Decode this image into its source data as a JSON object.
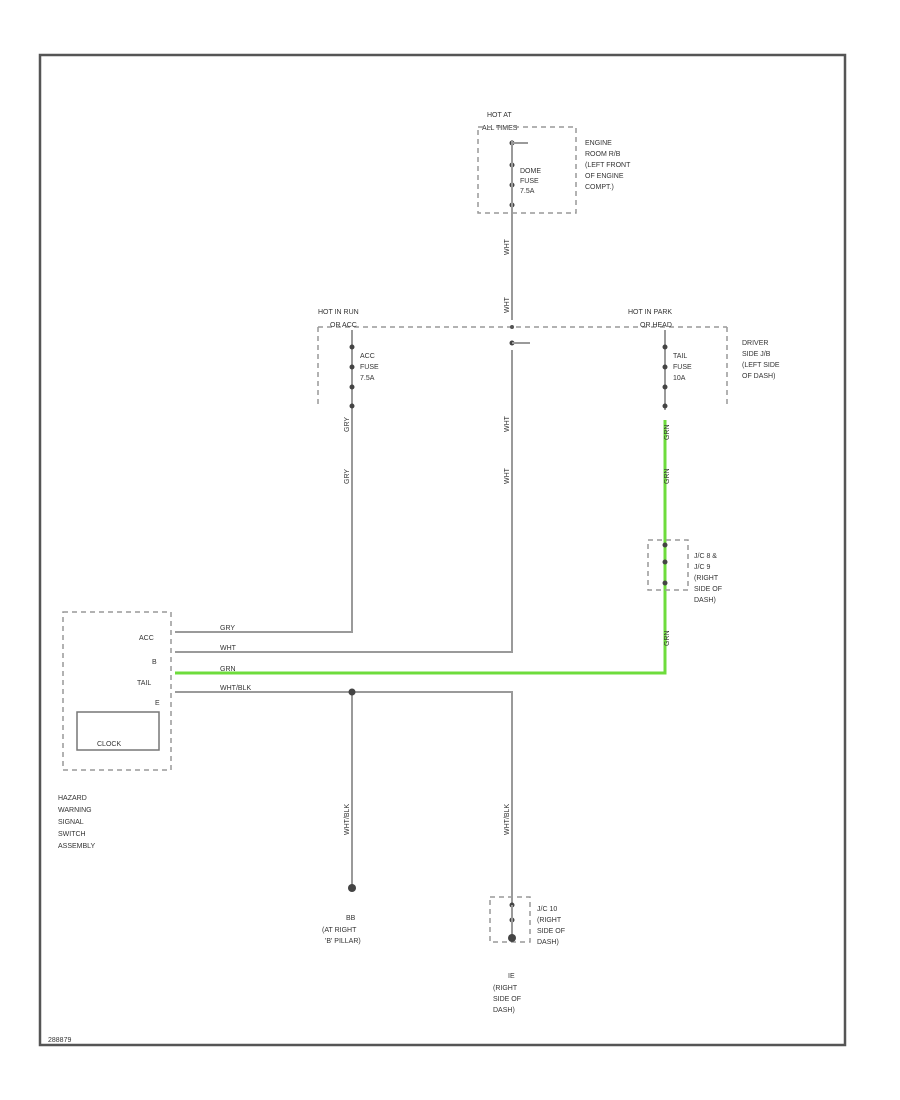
{
  "source_blocks": {
    "hot_at_all": {
      "lines": [
        "HOT AT",
        "ALL TIMES"
      ],
      "fuse": [
        "DOME",
        "FUSE",
        "7.5A"
      ],
      "location": [
        "ENGINE",
        "ROOM R/B",
        "(LEFT FRONT",
        "OF ENGINE",
        "COMPT.)"
      ]
    },
    "hot_run": {
      "lines": [
        "HOT IN RUN",
        "OR ACC"
      ],
      "fuse": [
        "ACC",
        "FUSE",
        "7.5A"
      ]
    },
    "hot_park": {
      "lines": [
        "HOT IN PARK",
        "OR HEAD"
      ],
      "fuse": [
        "TAIL",
        "FUSE",
        "10A"
      ],
      "location": [
        "DRIVER",
        "SIDE J/B",
        "(LEFT SIDE",
        "OF DASH)"
      ]
    }
  },
  "wire_labels": {
    "wht_top": "WHT",
    "wht_mid": "WHT",
    "gry_top": "GRY",
    "gry_mid": "GRY",
    "grn_top": "GRN",
    "grn_low": "GRN",
    "grn_bottom": "GRN",
    "run_gry": "GRY",
    "run_wht": "WHT",
    "park_grn": "GRN",
    "gnd_left": "WHT/BLK",
    "gnd_right": "WHT/BLK"
  },
  "connector_jc": {
    "label": [
      "J/C 8 &",
      "J/C 9",
      "(RIGHT",
      "SIDE OF",
      "DASH)"
    ]
  },
  "switch": {
    "pins": [
      "ACC",
      "B",
      "TAIL",
      "E"
    ],
    "wire_texts": [
      "GRY",
      "WHT",
      "GRN",
      "WHT/BLK"
    ],
    "clock_label": "CLOCK",
    "name": [
      "HAZARD",
      "WARNING",
      "SIGNAL",
      "SWITCH",
      "ASSEMBLY"
    ]
  },
  "grounds": {
    "left": {
      "code": "BB",
      "lines": [
        "(AT RIGHT",
        "'B' PILLAR)"
      ]
    },
    "right_jc": [
      "J/C 10",
      "(RIGHT",
      "SIDE OF",
      "DASH)"
    ],
    "right_g": {
      "code": "IE",
      "lines": [
        "(RIGHT",
        "SIDE OF",
        "DASH)"
      ]
    }
  },
  "footer": {
    "id": "288879"
  },
  "colors": {
    "highlight": "#6edc3c",
    "wire": "#9a9a9a",
    "frame": "#555555"
  }
}
